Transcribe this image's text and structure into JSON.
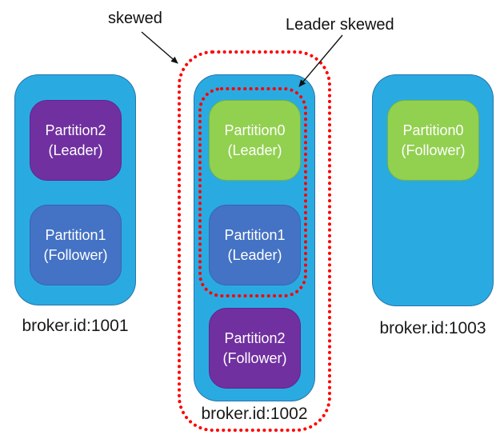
{
  "diagram": {
    "title_context": "Kafka partition skew diagram",
    "annotations": {
      "skewed_label": "skewed",
      "leader_skewed_label": "Leader skewed"
    },
    "colors": {
      "broker_fill": "#29ABE2",
      "partition_green": "#92D050",
      "partition_blue": "#4472C4",
      "partition_purple": "#7030A0",
      "outline_red": "#FF0000",
      "arrow_black": "#111111"
    },
    "brokers": [
      {
        "id_label": "broker.id:1001",
        "partitions": [
          {
            "name": "Partition2",
            "role": "(Leader)",
            "color": "#7030A0"
          },
          {
            "name": "Partition1",
            "role": "(Follower)",
            "color": "#4472C4"
          }
        ]
      },
      {
        "id_label": "broker.id:1002",
        "partitions": [
          {
            "name": "Partition0",
            "role": "(Leader)",
            "color": "#92D050"
          },
          {
            "name": "Partition1",
            "role": "(Leader)",
            "color": "#4472C4"
          },
          {
            "name": "Partition2",
            "role": "(Follower)",
            "color": "#7030A0"
          }
        ]
      },
      {
        "id_label": "broker.id:1003",
        "partitions": [
          {
            "name": "Partition0",
            "role": "(Follower)",
            "color": "#92D050"
          }
        ]
      }
    ]
  }
}
